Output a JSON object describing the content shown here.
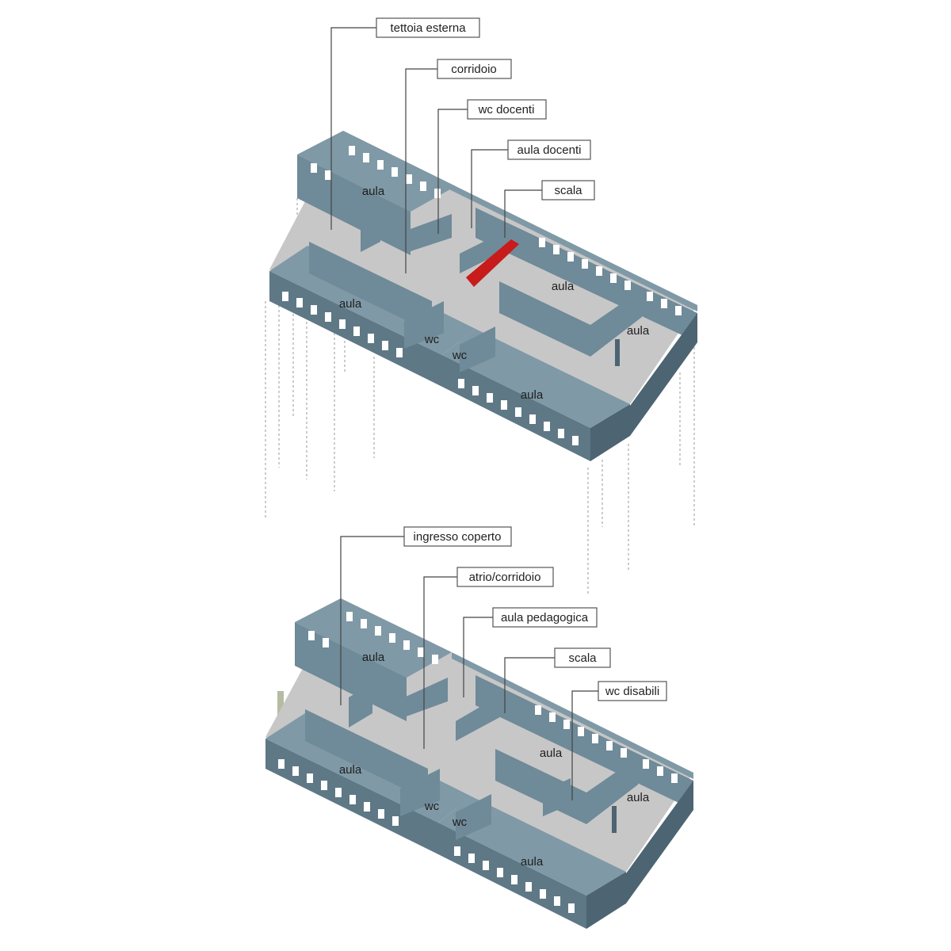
{
  "colors": {
    "wall": "#6f8a98",
    "wall_dark": "#4d6472",
    "floor": "#c7c7c7",
    "stair_highlight": "#c81b1b",
    "canopy": "#b5bca2"
  },
  "upper_floor": {
    "callouts": [
      {
        "text": "tettoia esterna"
      },
      {
        "text": "corridoio"
      },
      {
        "text": "wc docenti"
      },
      {
        "text": "aula docenti"
      },
      {
        "text": "scala"
      }
    ],
    "rooms": [
      {
        "text": "aula"
      },
      {
        "text": "aula"
      },
      {
        "text": "aula"
      },
      {
        "text": "aula"
      },
      {
        "text": "wc"
      },
      {
        "text": "wc"
      },
      {
        "text": "aula"
      }
    ]
  },
  "lower_floor": {
    "callouts": [
      {
        "text": "ingresso coperto"
      },
      {
        "text": "atrio/corridoio"
      },
      {
        "text": "aula pedagogica"
      },
      {
        "text": "scala"
      },
      {
        "text": "wc disabili"
      }
    ],
    "rooms": [
      {
        "text": "aula"
      },
      {
        "text": "aula"
      },
      {
        "text": "aula"
      },
      {
        "text": "aula"
      },
      {
        "text": "wc"
      },
      {
        "text": "wc"
      },
      {
        "text": "aula"
      }
    ]
  }
}
